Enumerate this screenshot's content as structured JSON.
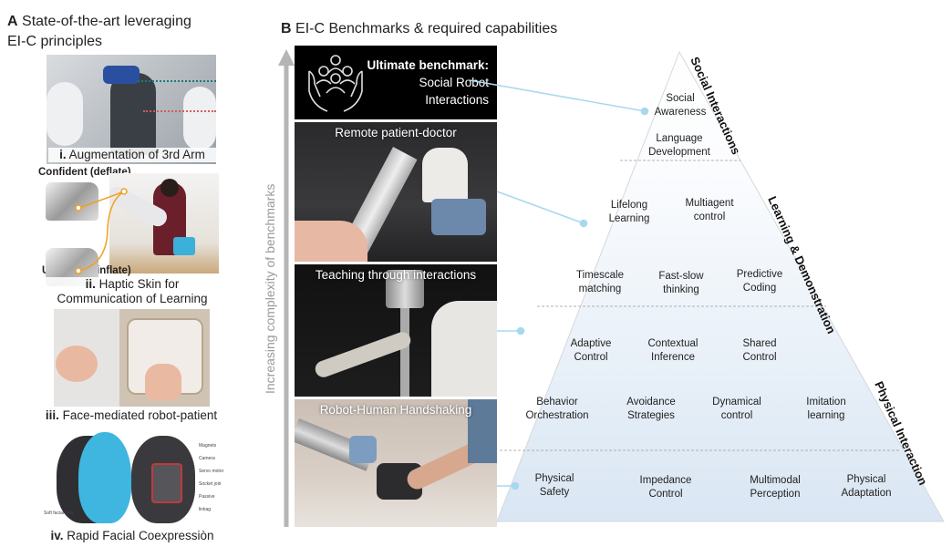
{
  "panel_a": {
    "letter": "A",
    "title_line1": "State-of-the-art leveraging",
    "title_line2": "EI-C principles",
    "items": [
      {
        "numeral": "i.",
        "caption": "Augmentation of 3rd Arm"
      },
      {
        "numeral": "ii.",
        "caption_line1": "Haptic Skin for",
        "caption_line2": "Communication of Learning",
        "label_top": "Confident (deflate)",
        "label_bottom": "Uncertain (inflate)"
      },
      {
        "numeral": "iii.",
        "caption": "Face-mediated robot-patient"
      },
      {
        "numeral": "iv.",
        "caption": "Rapid Facial Coexpressiòn",
        "callouts": [
          "Magnets",
          "Camera",
          "Servo motor",
          "Socket join",
          "Passive linkag",
          "Soft facial skin"
        ]
      }
    ]
  },
  "panel_b": {
    "letter": "B",
    "title": "EI-C Benchmarks & required capabilities",
    "axis_label": "Increasing complexity of benchmarks",
    "benchmarks": [
      {
        "title_bold": "Ultimate benchmark:",
        "line2": "Social Robot",
        "line3": "Interactions",
        "icon": "community-hands-icon"
      },
      {
        "label": "Remote patient-doctor"
      },
      {
        "label": "Teaching through interactions"
      },
      {
        "label": "Robot-Human Handshaking"
      }
    ],
    "pyramid": {
      "side_labels": [
        "Social Interactions",
        "Learning & Demonstration",
        "Physical Interaction"
      ],
      "rows": [
        [
          "Social Awareness"
        ],
        [
          "Language Development"
        ],
        [
          "Lifelong Learning",
          "Multiagent control"
        ],
        [
          "Timescale matching",
          "Fast-slow thinking",
          "Predictive Coding"
        ],
        [
          "Adaptive Control",
          "Contextual Inference",
          "Shared Control"
        ],
        [
          "Behavior Orchestration",
          "Avoidance Strategies",
          "Dynamical control",
          "Imitation learning"
        ],
        [
          "Physical Safety",
          "Impedance Control",
          "Multimodal Perception",
          "Physical Adaptation"
        ]
      ]
    },
    "colors": {
      "connector": "#a8d8ef",
      "pyramid_top": "#ffffff",
      "pyramid_bottom": "#dce8f4",
      "arrow": "#b5b5b5"
    }
  }
}
